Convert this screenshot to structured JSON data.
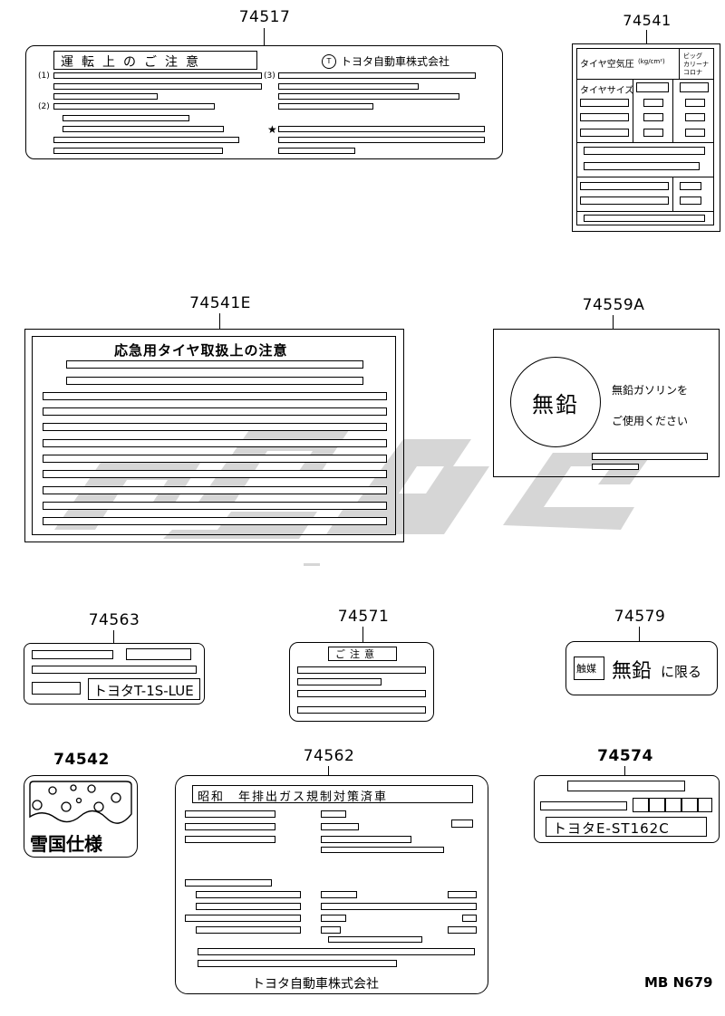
{
  "parts": {
    "p74517": {
      "number": "74517",
      "title": "運転上のご注意",
      "brand": "トヨタ自動車株式会社",
      "marks": [
        "(1)",
        "(2)",
        "(3)",
        "★"
      ]
    },
    "p74541": {
      "number": "74541",
      "row1": "タイヤ空気圧",
      "unit": "(kg/cm²)",
      "side": [
        "ビッグ",
        "カリーナ",
        "コロナ"
      ],
      "row2": "タイヤサイズ"
    },
    "p74541E": {
      "number": "74541E",
      "title": "応急用タイヤ取扱上の注意"
    },
    "p74559A": {
      "number": "74559A",
      "circle": "無鉛",
      "line1": "無鉛ガソリンを",
      "line2": "ご使用ください"
    },
    "p74563": {
      "number": "74563",
      "code": "トヨタT-1S-LUE"
    },
    "p74571": {
      "number": "74571",
      "title": "ご注意"
    },
    "p74579": {
      "number": "74579",
      "small": "触媒",
      "text": "無鉛",
      "suffix": "に限る"
    },
    "p74542": {
      "number": "74542",
      "text": "雪国仕様"
    },
    "p74562": {
      "number": "74562",
      "title": "昭和　年排出ガス規制対策済車",
      "brand": "トヨタ自動車株式会社"
    },
    "p74574": {
      "number": "74574",
      "code": "トヨタE-ST162C"
    }
  },
  "ref_code": "MB N679",
  "watermark_color": "#c8c8c8"
}
